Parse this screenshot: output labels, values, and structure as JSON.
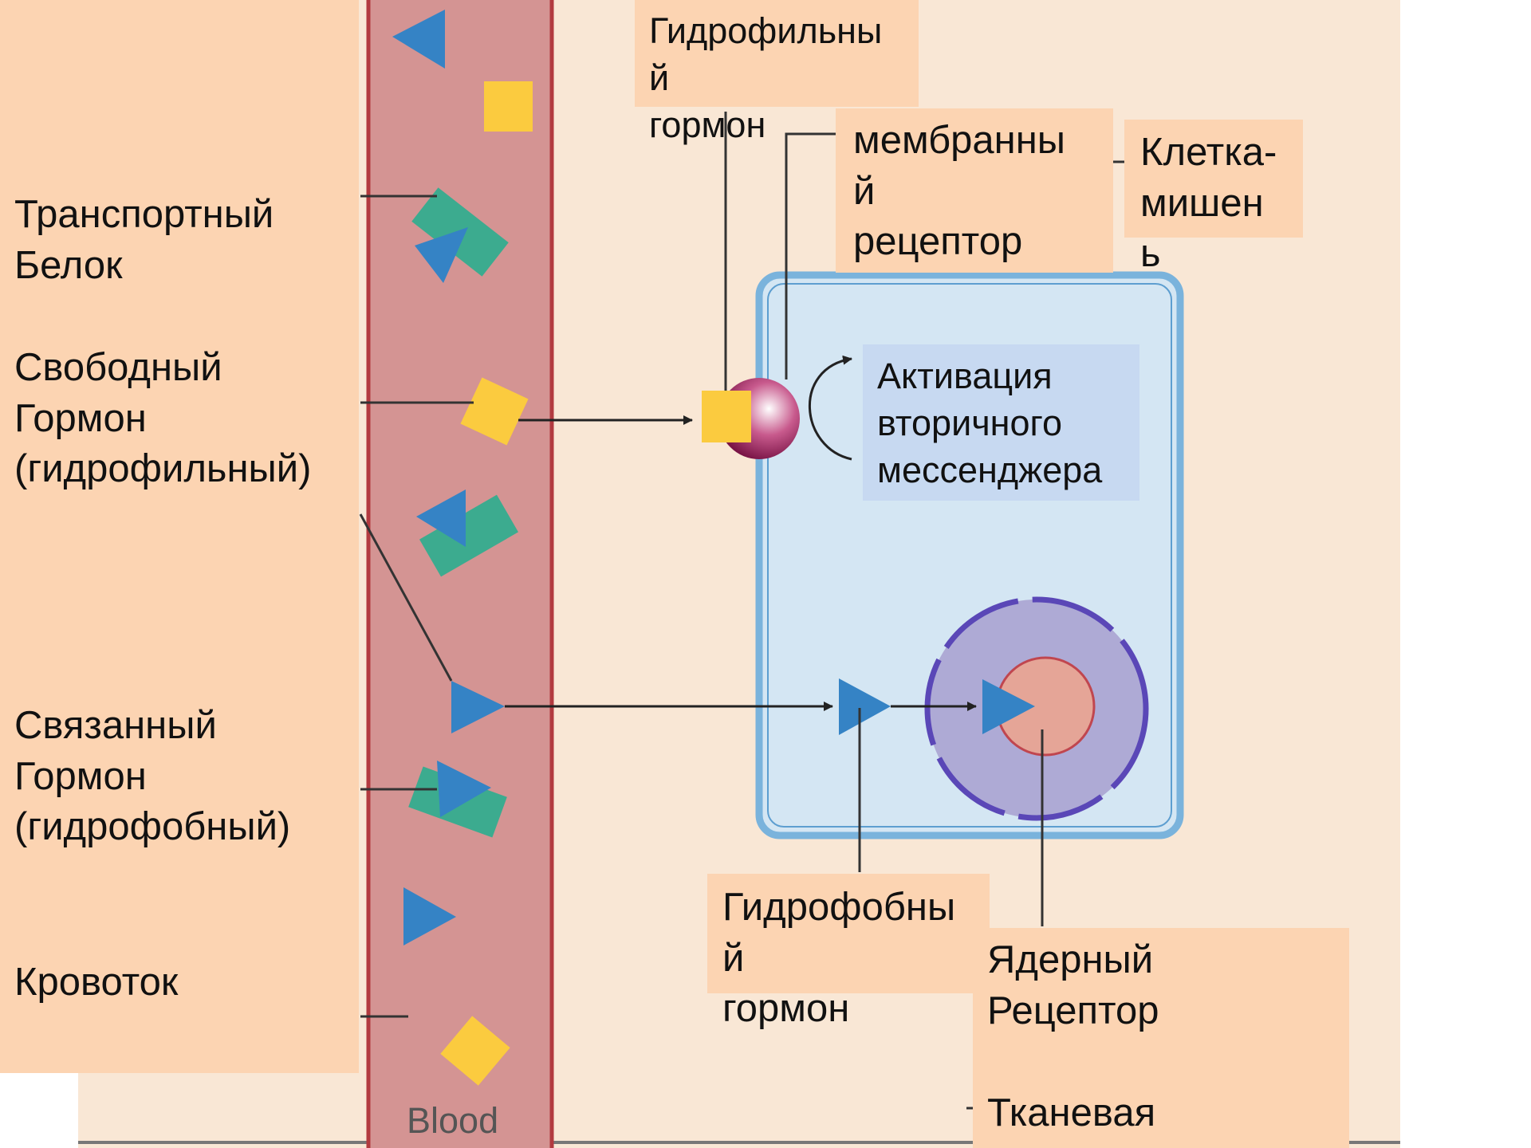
{
  "diagram": {
    "blood_label": "Blood",
    "left_labels": {
      "transport_protein": "Транспортный\nБелок",
      "free_hormone": "Свободный\nГормон\n(гидрофильный)",
      "bound_hormone": "Связанный\nГормон\n(гидрофобный)",
      "bloodstream": "Кровоток"
    },
    "hydrophilic_hormone": "Гидрофильны\nй\nгормон",
    "membrane_receptor": "мембранны\nй\nрецептор",
    "target_cell": "Клетка-\nмишен\nь",
    "second_messenger": "Активация\nвторичного\nмессенджера",
    "hydrophobic_hormone": "Гидрофобны\nй\nгормон",
    "nuclear_receptor": "Ядерный\nРецептор",
    "tissue": "Тканевая"
  },
  "colors": {
    "background": "#f9e7d5",
    "label_box": "#fcd4b2",
    "blood_vessel": "#d49493",
    "vessel_border": "#b23a3f",
    "cell_fill": "#d4e6f3",
    "cell_border": "#7ab3dc",
    "nucleus_fill": "#aeaad5",
    "nucleus_ring": "#5a47b7",
    "nucleolus": "#e5a597",
    "hormone_triangle": "#3583c5",
    "hormone_square": "#fbcb3f",
    "transport_protein": "#3cab8f",
    "receptor": "#98205c",
    "messenger_box": "#c7d9f1"
  }
}
